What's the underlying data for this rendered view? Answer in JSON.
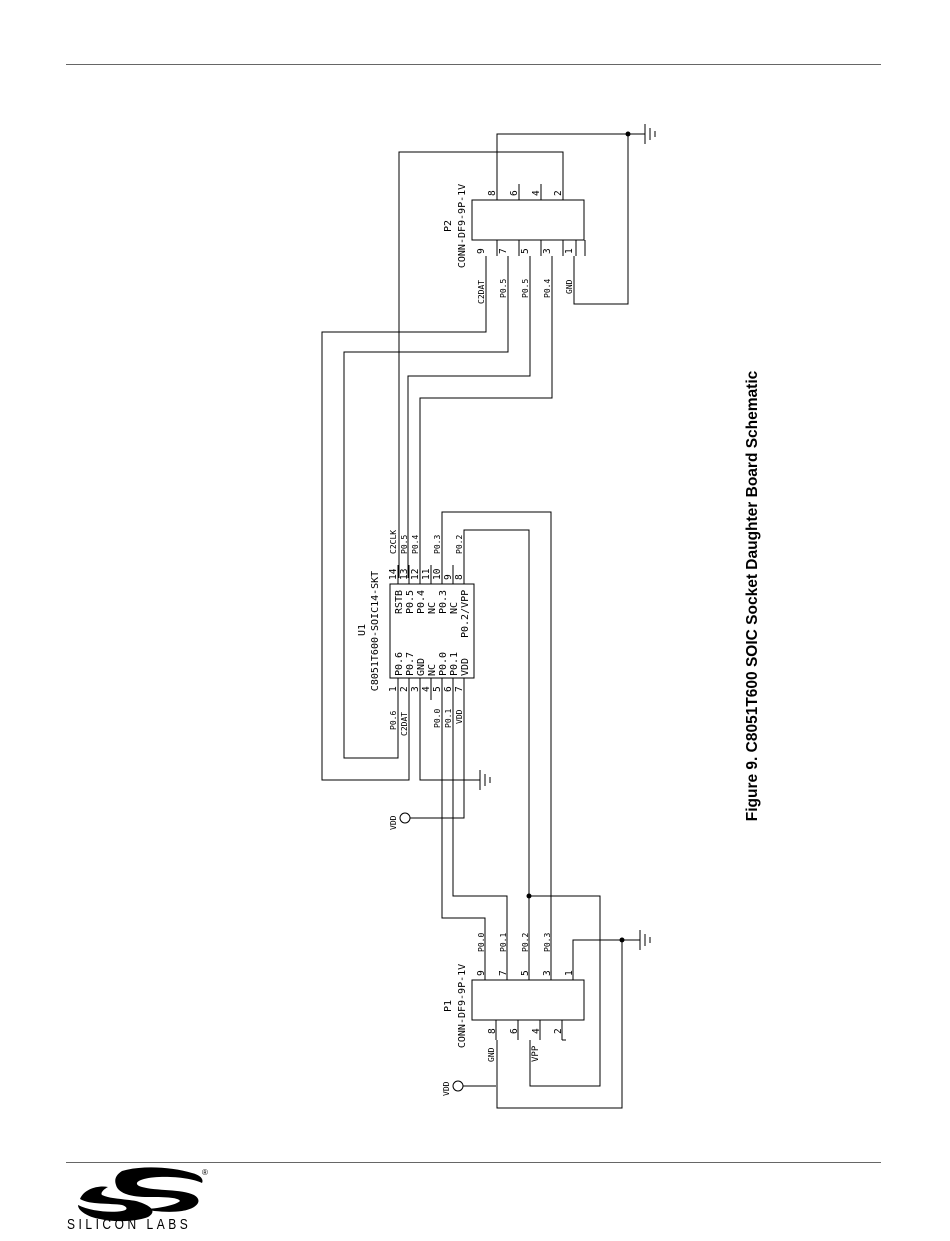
{
  "figure": {
    "caption": "Figure 9. C8051T600 SOIC Socket Daughter Board Schematic"
  },
  "logo": {
    "text": "SILICON LABS",
    "registered": "®"
  },
  "p2": {
    "ref": "P2",
    "part": "CONN-DF9-9P-1V",
    "top_pins": [
      "8",
      "6",
      "4",
      "2"
    ],
    "bottom_pins": [
      "9",
      "7",
      "5",
      "3",
      "1"
    ],
    "net_labels": [
      "C2DAT",
      "P0.5",
      "P0.5",
      "P0.4",
      "GND"
    ]
  },
  "u1": {
    "ref": "U1",
    "part": "C8051T600-SOIC14-SKT",
    "left_pins": [
      "1",
      "2",
      "3",
      "4",
      "5",
      "6",
      "7"
    ],
    "left_names": [
      "P0.6",
      "P0.7",
      "GND",
      "NC",
      "P0.0",
      "P0.1",
      "VDD"
    ],
    "right_pins": [
      "14",
      "13",
      "12",
      "11",
      "10",
      "9",
      "8"
    ],
    "right_names": [
      "RSTB",
      "P0.5",
      "P0.4",
      "NC",
      "P0.3",
      "NC",
      "P0.2/VPP"
    ],
    "left_nets": [
      "P0.6",
      "C2DAT",
      "P0.0",
      "P0.1",
      "VDD"
    ],
    "right_nets": [
      "C2CLK",
      "P0.5",
      "P0.4",
      "P0.3",
      "P0.2"
    ]
  },
  "p1": {
    "ref": "P1",
    "part": "CONN-DF9-9P-1V",
    "top_pins": [
      "9",
      "7",
      "5",
      "3",
      "1"
    ],
    "bottom_pins": [
      "8",
      "6",
      "4",
      "2"
    ],
    "net_labels": [
      "P0.0",
      "P0.1",
      "P0.2",
      "P0.3"
    ],
    "bottom_labels": [
      "GND",
      "VPP"
    ]
  },
  "power": {
    "vdd_u1": "VDD",
    "vdd_p1": "VDD"
  }
}
